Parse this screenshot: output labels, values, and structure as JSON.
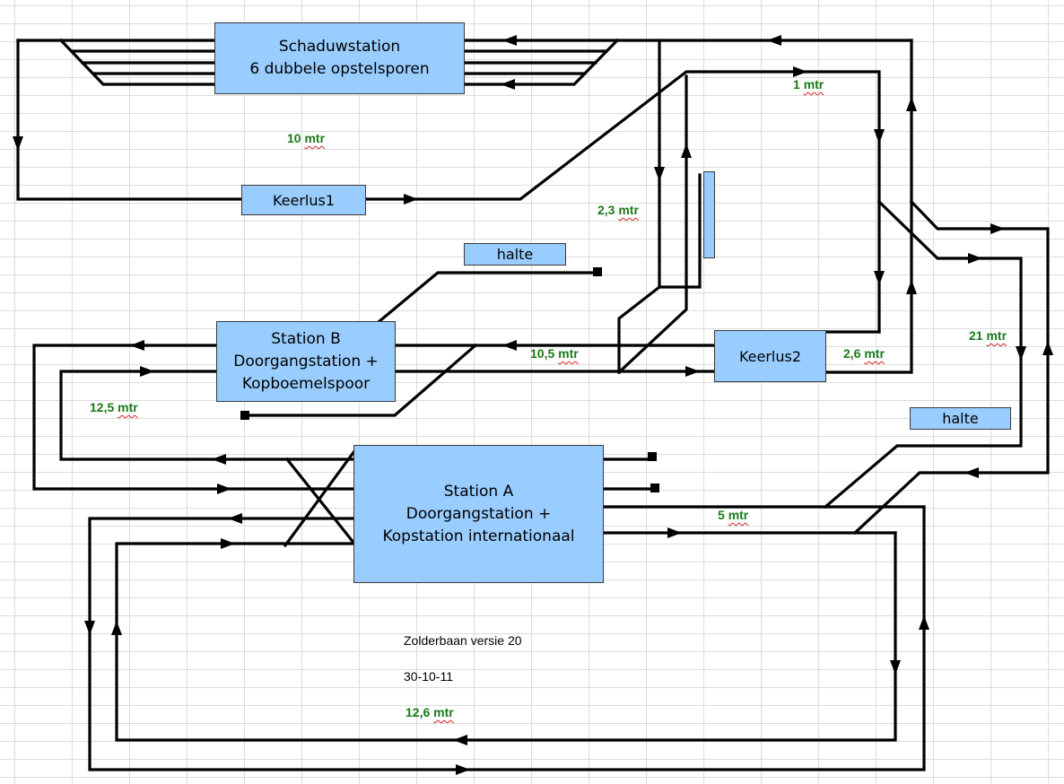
{
  "stations": {
    "schaduwstation": [
      "Schaduwstation",
      "6 dubbele opstelsporen"
    ],
    "station_b": [
      "Station B",
      "Doorgangstation +",
      "Kopboemelspoor"
    ],
    "station_a": [
      "Station A",
      "Doorgangstation +",
      "Kopstation internationaal"
    ],
    "keerlus1": "Keerlus1",
    "keerlus2": "Keerlus2",
    "halte_top": "halte",
    "halte_right": "halte"
  },
  "lengths": {
    "l10": [
      "10",
      "mtr"
    ],
    "l1": [
      "1",
      "mtr"
    ],
    "l23": [
      "2,3",
      "mtr"
    ],
    "l21": [
      "21",
      "mtr"
    ],
    "l105": [
      "10,5",
      "mtr"
    ],
    "l26": [
      "2,6",
      "mtr"
    ],
    "l125": [
      "12,5",
      "mtr"
    ],
    "l5": [
      "5",
      "mtr"
    ],
    "l126": [
      "12,6",
      "mtr"
    ]
  },
  "notes": {
    "version": "Zolderbaan versie 20",
    "date": "30-10-11"
  },
  "colors": {
    "station_fill": "#99ccff",
    "track": "#000000",
    "length_label": "#1a7a1a",
    "spelling_underline": "#d42020"
  }
}
